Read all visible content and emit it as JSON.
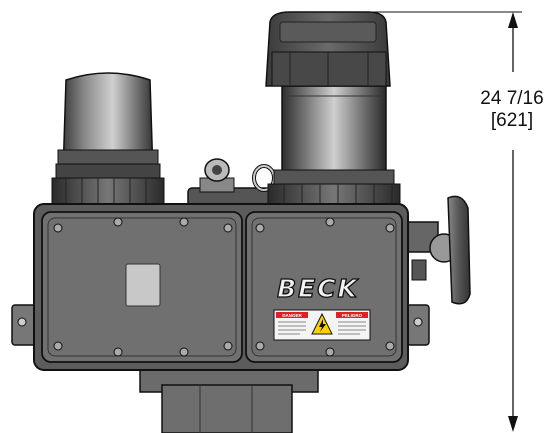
{
  "brand": {
    "logo_text": "BECK"
  },
  "labels": {
    "warning_left": "DANGER",
    "warning_right": "PELIGRO"
  },
  "dimension": {
    "fraction": "24 7/16",
    "metric": "[621]"
  }
}
